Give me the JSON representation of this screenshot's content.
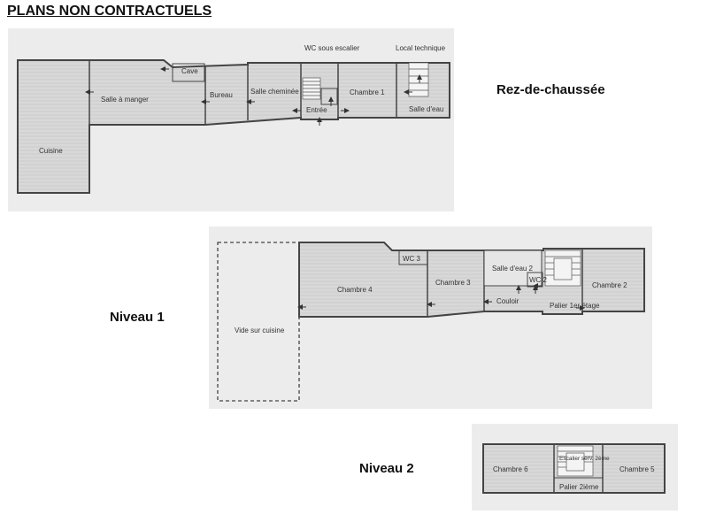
{
  "title": "PLANS NON CONTRACTUELS",
  "colors": {
    "paper": "#eeeeee",
    "wall": "#555555",
    "room_fill": "#dcdcdc",
    "line": "#444444"
  },
  "levels": {
    "rdc": {
      "label": "Rez-de-chaussée",
      "rooms": {
        "cuisine": "Cuisine",
        "salle_a_manger": "Salle à manger",
        "cave": "Cave",
        "bureau": "Bureau",
        "salle_cheminee": "Salle cheminée",
        "wc_sous_escalier": "WC sous escalier",
        "entree": "Entrée",
        "chambre_1": "Chambre 1",
        "local_technique": "Local technique",
        "salle_d_eau": "Salle d'eau"
      }
    },
    "niveau_1": {
      "label": "Niveau 1",
      "rooms": {
        "vide_sur_cuisine": "Vide sur cuisine",
        "chambre_4": "Chambre 4",
        "wc_3": "WC 3",
        "chambre_3": "Chambre 3",
        "salle_d_eau_2": "Salle d'eau 2",
        "wc_2": "WC 2",
        "couloir": "Couloir",
        "palier_1er_etage": "Palier 1er étage",
        "chambre_2": "Chambre 2"
      }
    },
    "niveau_2": {
      "label": "Niveau 2",
      "rooms": {
        "chambre_6": "Chambre 6",
        "escalier": "Escalier serv. 2ème",
        "palier_2eme": "Palier 2ième",
        "chambre_5": "Chambre 5"
      }
    }
  }
}
